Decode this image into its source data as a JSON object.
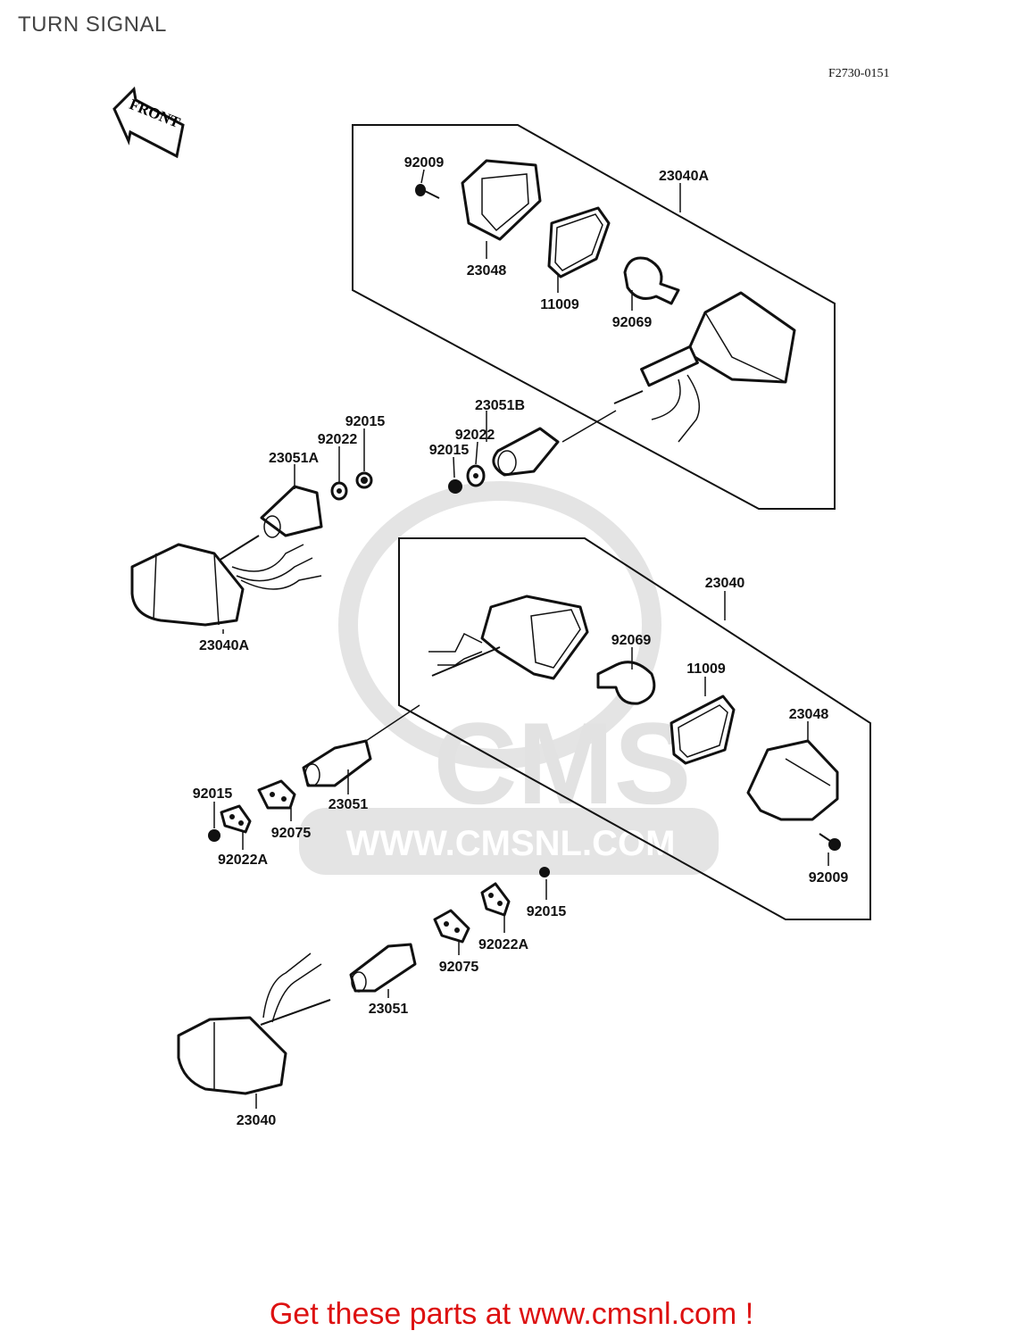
{
  "page": {
    "title": "TURN SIGNAL",
    "figure_code": "F2730-0151",
    "front_label": "FRONT",
    "footer": "Get these parts at www.cmsnl.com !"
  },
  "watermark": {
    "brand": "CMS",
    "url": "WWW.CMSNL.COM",
    "color": "#d9d9d9"
  },
  "accent": {
    "footer_color": "#dd1111"
  },
  "labels": {
    "l1": "92009",
    "l2": "23040A",
    "l3": "23048",
    "l4": "11009",
    "l5": "92069",
    "l6": "23051B",
    "l7": "92022",
    "l8": "92015",
    "l9": "92015",
    "l10": "92022",
    "l11": "23051A",
    "l12": "23040A",
    "l13": "23040",
    "l14": "92069",
    "l15": "11009",
    "l16": "23048",
    "l17": "23051",
    "l18": "92015",
    "l19": "92075",
    "l20": "92022A",
    "l21": "92009",
    "l22": "92015",
    "l23": "92022A",
    "l24": "92075",
    "l25": "23051",
    "l26": "23040"
  }
}
